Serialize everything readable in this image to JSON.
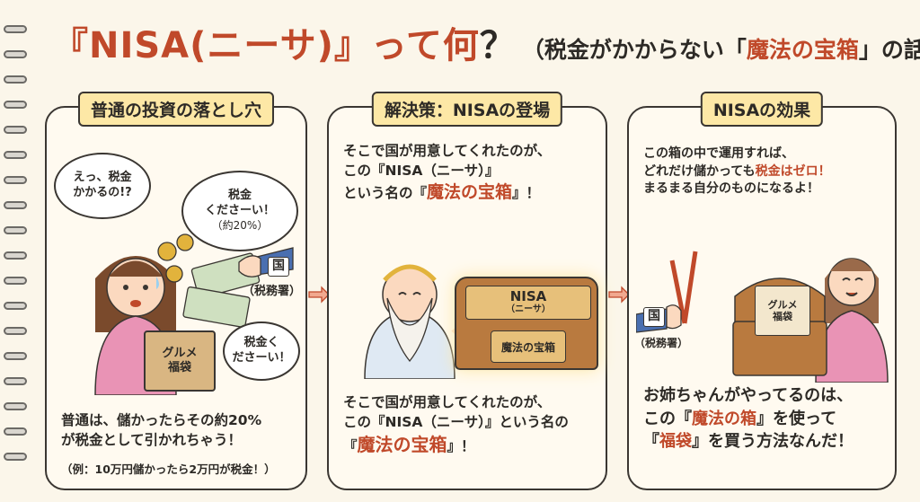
{
  "title": {
    "main": "『NISA(ニーサ)』って何",
    "question_mark": "？",
    "sub_open": "（税金がかからない「",
    "sub_highlight": "魔法の宝箱",
    "sub_close": "」の話）"
  },
  "panels": [
    {
      "title": "普通の投資の落とし穴",
      "bubble_woman": [
        "えっ、税金",
        "かかるの!?"
      ],
      "bubble_tax_office": [
        "税金",
        "くださーい！",
        "（約20%）"
      ],
      "bubble_small": [
        "税金く",
        "ださーい！"
      ],
      "tax_office_label": "国",
      "tax_office_sub": "（税務署）",
      "bag_label": [
        "グルメ",
        "福袋"
      ],
      "body": [
        "普通は、儲かったらその約20%",
        "が税金として引かれちゃう！"
      ],
      "note": "（例：10万円儲かったら2万円が税金！）"
    },
    {
      "title": "解決策：NISAの登場",
      "top_lines": [
        "そこで国が用意してくれたのが、",
        "この『NISA（ニーサ）』",
        "という名の『",
        "魔法の宝箱",
        "』！"
      ],
      "chest_label": "NISA",
      "chest_sub": "（ニーサ）",
      "chest_front": "魔法の宝箱",
      "bottom_lines": [
        "そこで国が用意してくれたのが、",
        "この『NISA（ニーサ）』という名の",
        "『",
        "魔法の宝箱",
        "』！"
      ]
    },
    {
      "title": "NISAの効果",
      "top_lines": [
        "この箱の中で運用すれば、",
        "どれだけ儲かっても",
        "税金はゼロ！",
        "まるまる自分のものになるよ！"
      ],
      "tax_office_label": "国",
      "tax_office_sub": "（税務署）",
      "bag_label": [
        "グルメ",
        "福袋"
      ],
      "bottom_lines": [
        "お姉ちゃんがやってるのは、",
        "この『",
        "魔法の箱",
        "』を使って",
        "『",
        "福袋",
        "』を買う方法なんだ！"
      ]
    }
  ]
}
